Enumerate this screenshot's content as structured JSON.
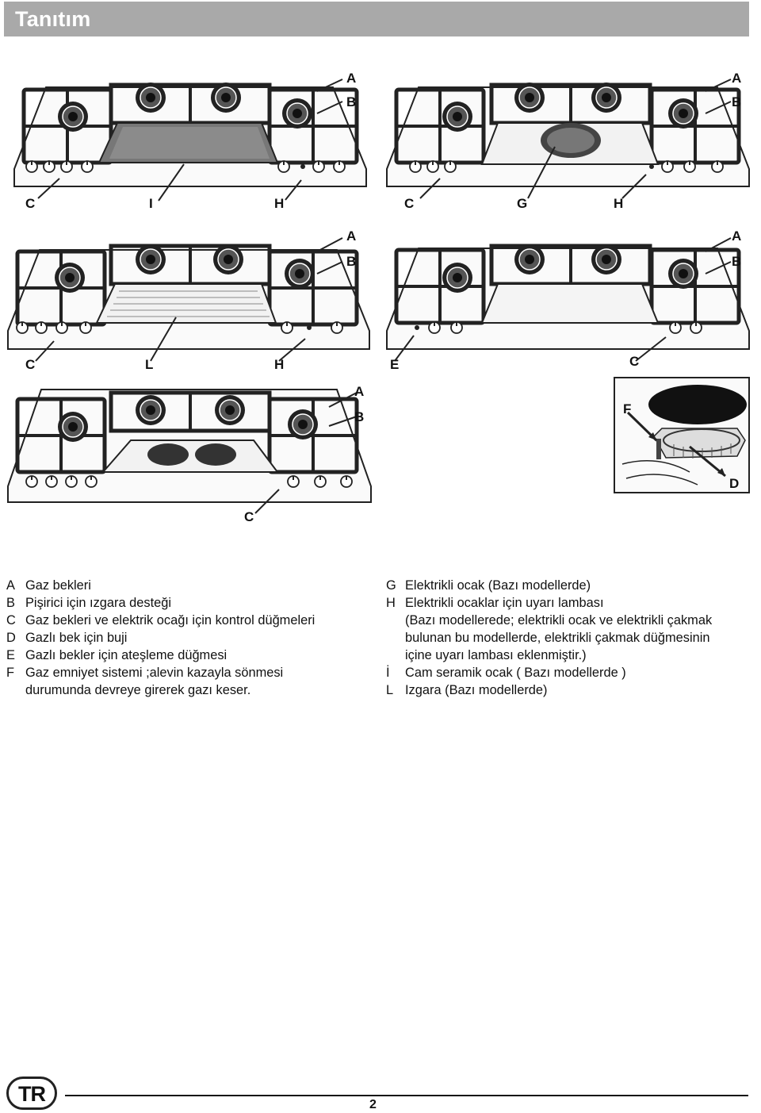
{
  "header": {
    "title": "Tanıtım"
  },
  "figure": {
    "hob1": {
      "labels": [
        "A",
        "B",
        "C",
        "I",
        "H"
      ]
    },
    "hob2": {
      "labels": [
        "A",
        "B",
        "C",
        "G",
        "H"
      ]
    },
    "hob3": {
      "labels": [
        "A",
        "B",
        "C",
        "L",
        "H"
      ]
    },
    "hob4": {
      "labels": [
        "A",
        "B",
        "E",
        "C"
      ]
    },
    "hob5": {
      "labels": [
        "A",
        "B",
        "C"
      ]
    },
    "detail": {
      "labels": [
        "F",
        "D"
      ]
    }
  },
  "legend_left": [
    {
      "key": "A",
      "text": "Gaz bekleri"
    },
    {
      "key": "B",
      "text": "Pişirici için ızgara desteği"
    },
    {
      "key": "C",
      "text": "Gaz bekleri ve elektrik ocağı için kontrol düğmeleri"
    },
    {
      "key": "D",
      "text": "Gazlı bek için buji"
    },
    {
      "key": "E",
      "text": "Gazlı  bekler için ateşleme düğmesi"
    },
    {
      "key": "F",
      "text": "Gaz emniyet sistemi ;alevin kazayla sönmesi"
    },
    {
      "key": "",
      "text": "durumunda devreye girerek gazı keser."
    }
  ],
  "legend_right": [
    {
      "key": "G",
      "text": "Elektrikli ocak (Bazı modellerde)"
    },
    {
      "key": "H",
      "text": "Elektrikli ocaklar için uyarı lambası"
    },
    {
      "key": "",
      "text": "(Bazı modellerede;  elektrikli ocak ve elektrikli çakmak"
    },
    {
      "key": "",
      "text": "bulunan bu modellerde, elektrikli çakmak düğmesinin"
    },
    {
      "key": "",
      "text": "içine uyarı lambası eklenmiştir.)"
    },
    {
      "key": "İ",
      "text": "Cam seramik ocak ( Bazı modellerde )"
    },
    {
      "key": "L",
      "text": "Izgara (Bazı modellerde)"
    }
  ],
  "footer": {
    "language_badge": "TR",
    "page_number": "2"
  }
}
